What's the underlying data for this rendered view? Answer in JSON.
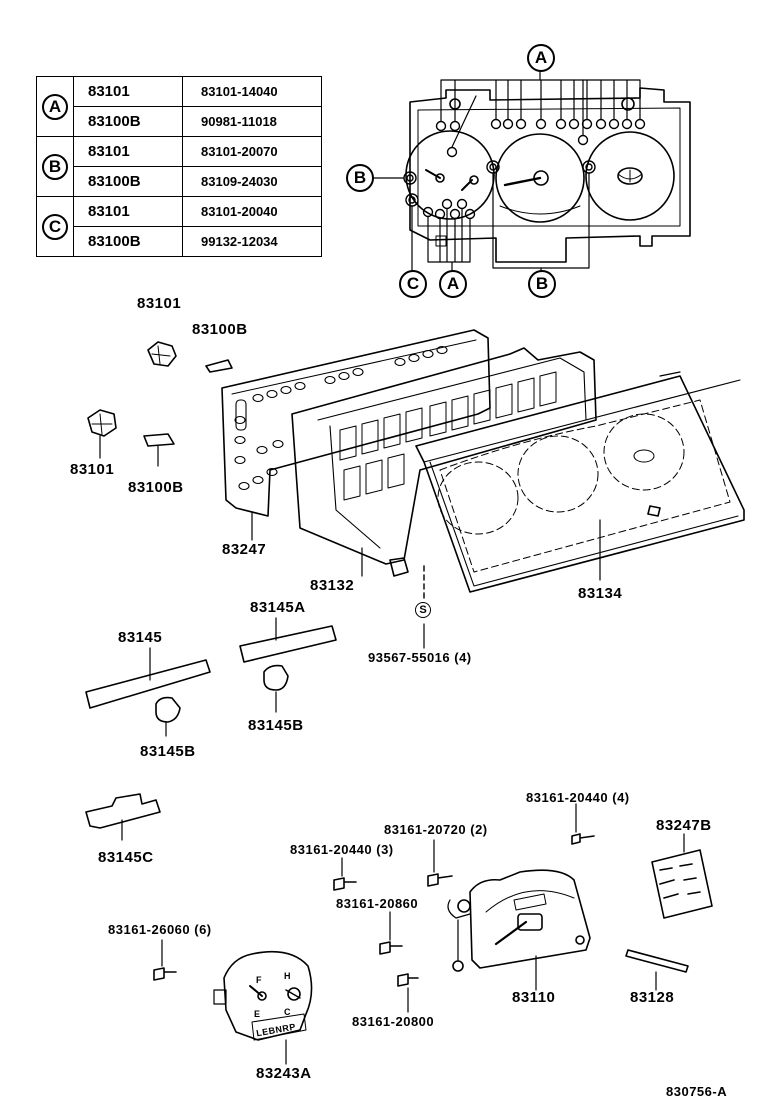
{
  "table": {
    "groups": [
      {
        "key": "A",
        "rows": [
          [
            "83101",
            "83101-14040"
          ],
          [
            "83100B",
            "90981-11018"
          ]
        ]
      },
      {
        "key": "B",
        "rows": [
          [
            "83101",
            "83101-20070"
          ],
          [
            "83100B",
            "83109-24030"
          ]
        ]
      },
      {
        "key": "C",
        "rows": [
          [
            "83101",
            "83101-20040"
          ],
          [
            "83100B",
            "99132-12034"
          ]
        ]
      }
    ]
  },
  "callouts": {
    "a_top": "A",
    "b_left": "B",
    "c_bottom": "C",
    "a_bottom": "A",
    "b_bottom": "B",
    "screw_s": "S"
  },
  "labels": {
    "p83101_top": "83101",
    "p83100b_top": "83100B",
    "p83101_left": "83101",
    "p83100b_left": "83100B",
    "p83247": "83247",
    "p83132": "83132",
    "p83134": "83134",
    "p83145a": "83145A",
    "p93567": "93567-55016 (4)",
    "p83145": "83145",
    "p83145b_right": "83145B",
    "p83145b_left": "83145B",
    "p83145c": "83145C",
    "p83161_20440_4": "83161-20440 (4)",
    "p83247b": "83247B",
    "p83161_20720_2": "83161-20720 (2)",
    "p83161_20440_3": "83161-20440 (3)",
    "p83161_20860": "83161-20860",
    "p83161_26060_6": "83161-26060 (6)",
    "p83110": "83110",
    "p83128": "83128",
    "p83161_20800": "83161-20800",
    "p83243a": "83243A",
    "gauge_letters": "LEBNRP",
    "gauge_f": "F",
    "gauge_e": "E",
    "gauge_h": "H",
    "gauge_c": "C"
  },
  "footer": {
    "code": "830756-A"
  }
}
